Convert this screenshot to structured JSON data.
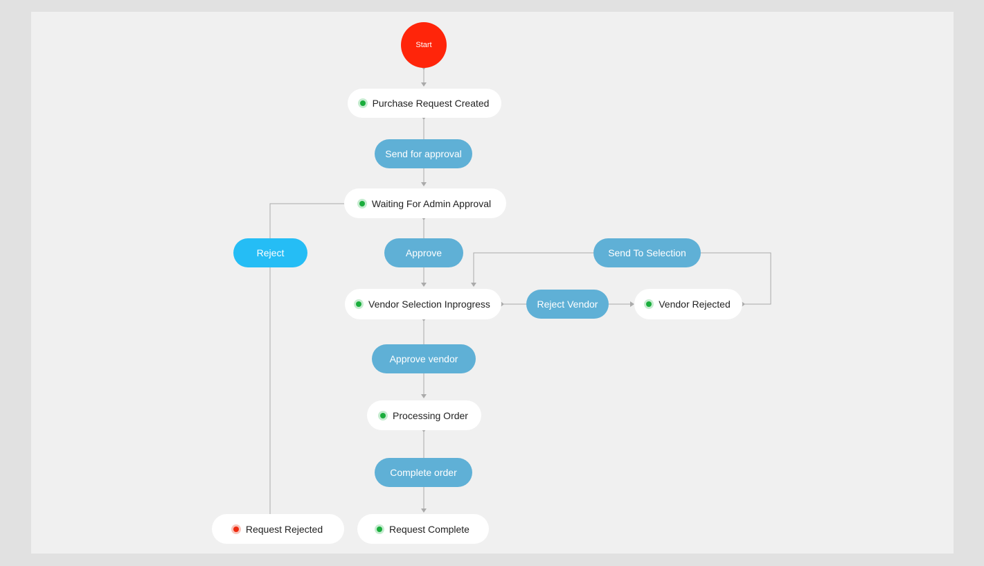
{
  "start": {
    "label": "Start",
    "color": "#ff250a"
  },
  "states": {
    "purchase_request_created": {
      "label": "Purchase Request Created",
      "status": "green"
    },
    "waiting_for_admin_approval": {
      "label": "Waiting For Admin Approval",
      "status": "green"
    },
    "vendor_selection_inprogress": {
      "label": "Vendor Selection Inprogress",
      "status": "green"
    },
    "vendor_rejected": {
      "label": "Vendor Rejected",
      "status": "green"
    },
    "processing_order": {
      "label": "Processing Order",
      "status": "green"
    },
    "request_rejected": {
      "label": "Request Rejected",
      "status": "red"
    },
    "request_complete": {
      "label": "Request Complete",
      "status": "green"
    }
  },
  "actions": {
    "send_for_approval": {
      "label": "Send for approval"
    },
    "reject": {
      "label": "Reject"
    },
    "approve": {
      "label": "Approve"
    },
    "send_to_selection": {
      "label": "Send To Selection"
    },
    "reject_vendor": {
      "label": "Reject Vendor"
    },
    "approve_vendor": {
      "label": "Approve vendor"
    },
    "complete_order": {
      "label": "Complete order"
    }
  },
  "colors": {
    "action": "#5fb0d6",
    "action_highlight": "#25bdf5",
    "state": "#ffffff",
    "status_green": "#1aad3c",
    "status_red": "#ee2a10",
    "connector": "#aaaaaa"
  }
}
